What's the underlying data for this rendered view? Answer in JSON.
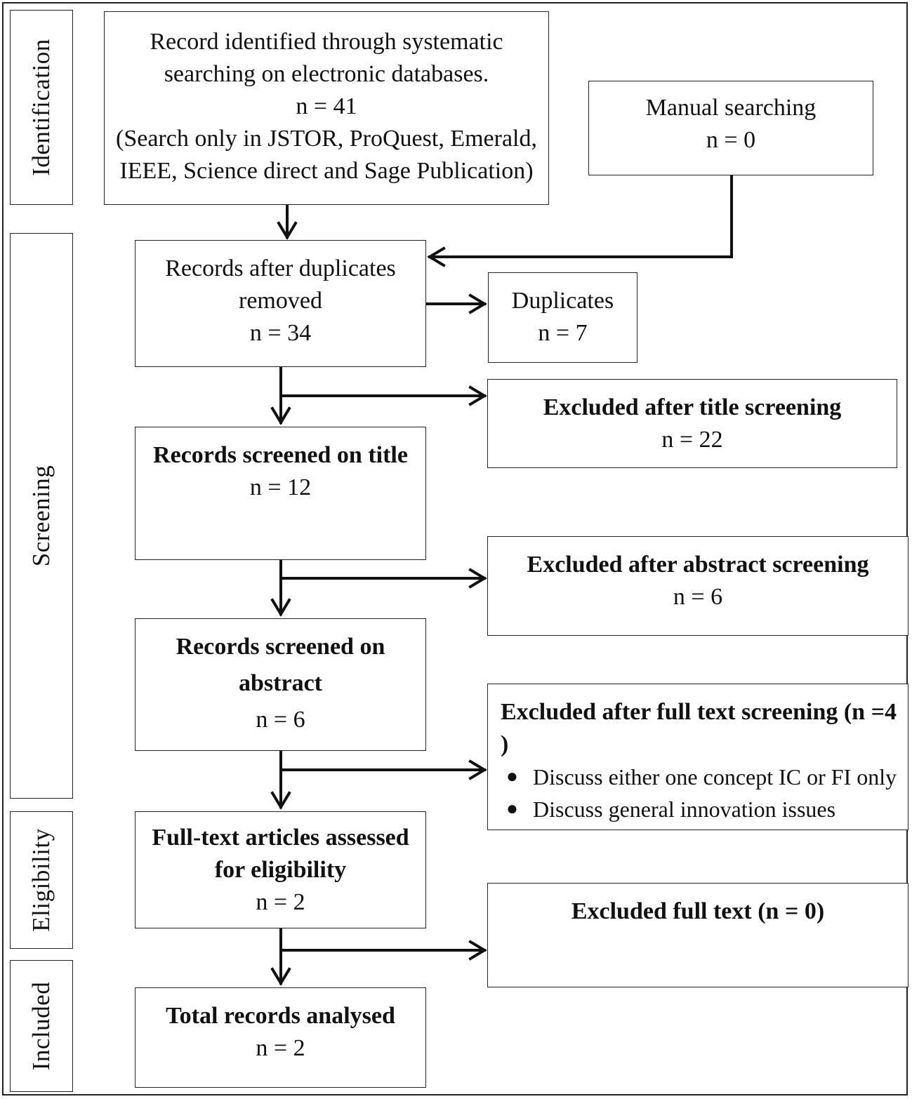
{
  "stages": {
    "identification": "Identification",
    "screening": "Screening",
    "eligibility": "Eligibility",
    "included": "Included"
  },
  "boxes": {
    "identified": {
      "line1": "Record identified through systematic",
      "line2": "searching on electronic databases.",
      "count": "n = 41",
      "line3": "(Search only in JSTOR, ProQuest, Emerald,",
      "line4": "IEEE, Science direct and Sage Publication)"
    },
    "manual": {
      "title": "Manual searching",
      "count": "n = 0"
    },
    "after_duplicates": {
      "line1": "Records after duplicates",
      "line2": "removed",
      "count": "n = 34"
    },
    "duplicates": {
      "title": "Duplicates",
      "count": "n = 7"
    },
    "excluded_title": {
      "title": "Excluded after title screening",
      "count": "n = 22"
    },
    "screened_title": {
      "title": "Records screened on title",
      "count": "n = 12"
    },
    "excluded_abstract": {
      "title": "Excluded after abstract screening",
      "count": "n = 6"
    },
    "screened_abstract": {
      "line1": "Records screened on",
      "line2": "abstract",
      "count": "n = 6"
    },
    "excluded_fulltext": {
      "title": "Excluded after full text screening (n =4 )",
      "bullets": [
        "Discuss either one concept IC or FI only",
        "Discuss general innovation issues"
      ]
    },
    "fulltext_assessed": {
      "line1": "Full-text articles assessed",
      "line2": "for eligibility",
      "count": "n = 2"
    },
    "excluded_full": {
      "title": "Excluded full text (n = 0)"
    },
    "total": {
      "title": "Total records analysed",
      "count": "n = 2"
    }
  }
}
